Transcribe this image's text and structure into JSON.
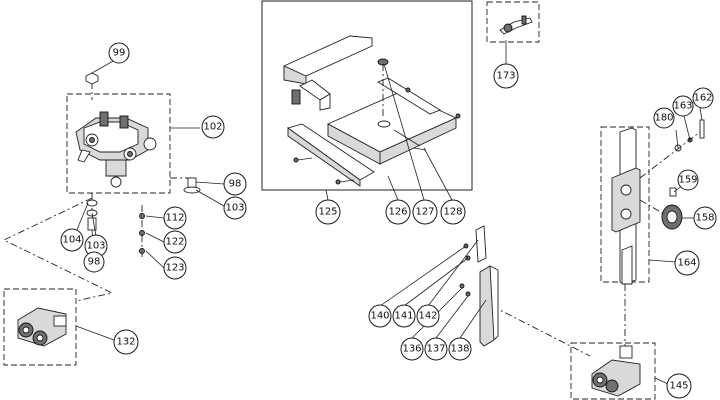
{
  "callouts": [
    {
      "id": "c99",
      "label": "99"
    },
    {
      "id": "c102",
      "label": "102"
    },
    {
      "id": "c98a",
      "label": "98"
    },
    {
      "id": "c103a",
      "label": "103"
    },
    {
      "id": "c112",
      "label": "112"
    },
    {
      "id": "c122",
      "label": "122"
    },
    {
      "id": "c123",
      "label": "123"
    },
    {
      "id": "c104",
      "label": "104"
    },
    {
      "id": "c103b",
      "label": "103"
    },
    {
      "id": "c98b",
      "label": "98"
    },
    {
      "id": "c132",
      "label": "132"
    },
    {
      "id": "c125",
      "label": "125"
    },
    {
      "id": "c126",
      "label": "126"
    },
    {
      "id": "c127",
      "label": "127"
    },
    {
      "id": "c128",
      "label": "128"
    },
    {
      "id": "c173",
      "label": "173"
    },
    {
      "id": "c180",
      "label": "180"
    },
    {
      "id": "c163",
      "label": "163"
    },
    {
      "id": "c162",
      "label": "162"
    },
    {
      "id": "c159",
      "label": "159"
    },
    {
      "id": "c158",
      "label": "158"
    },
    {
      "id": "c164",
      "label": "164"
    },
    {
      "id": "c140",
      "label": "140"
    },
    {
      "id": "c141",
      "label": "141"
    },
    {
      "id": "c142",
      "label": "142"
    },
    {
      "id": "c136",
      "label": "136"
    },
    {
      "id": "c137",
      "label": "137"
    },
    {
      "id": "c138",
      "label": "138"
    },
    {
      "id": "c145",
      "label": "145"
    }
  ]
}
